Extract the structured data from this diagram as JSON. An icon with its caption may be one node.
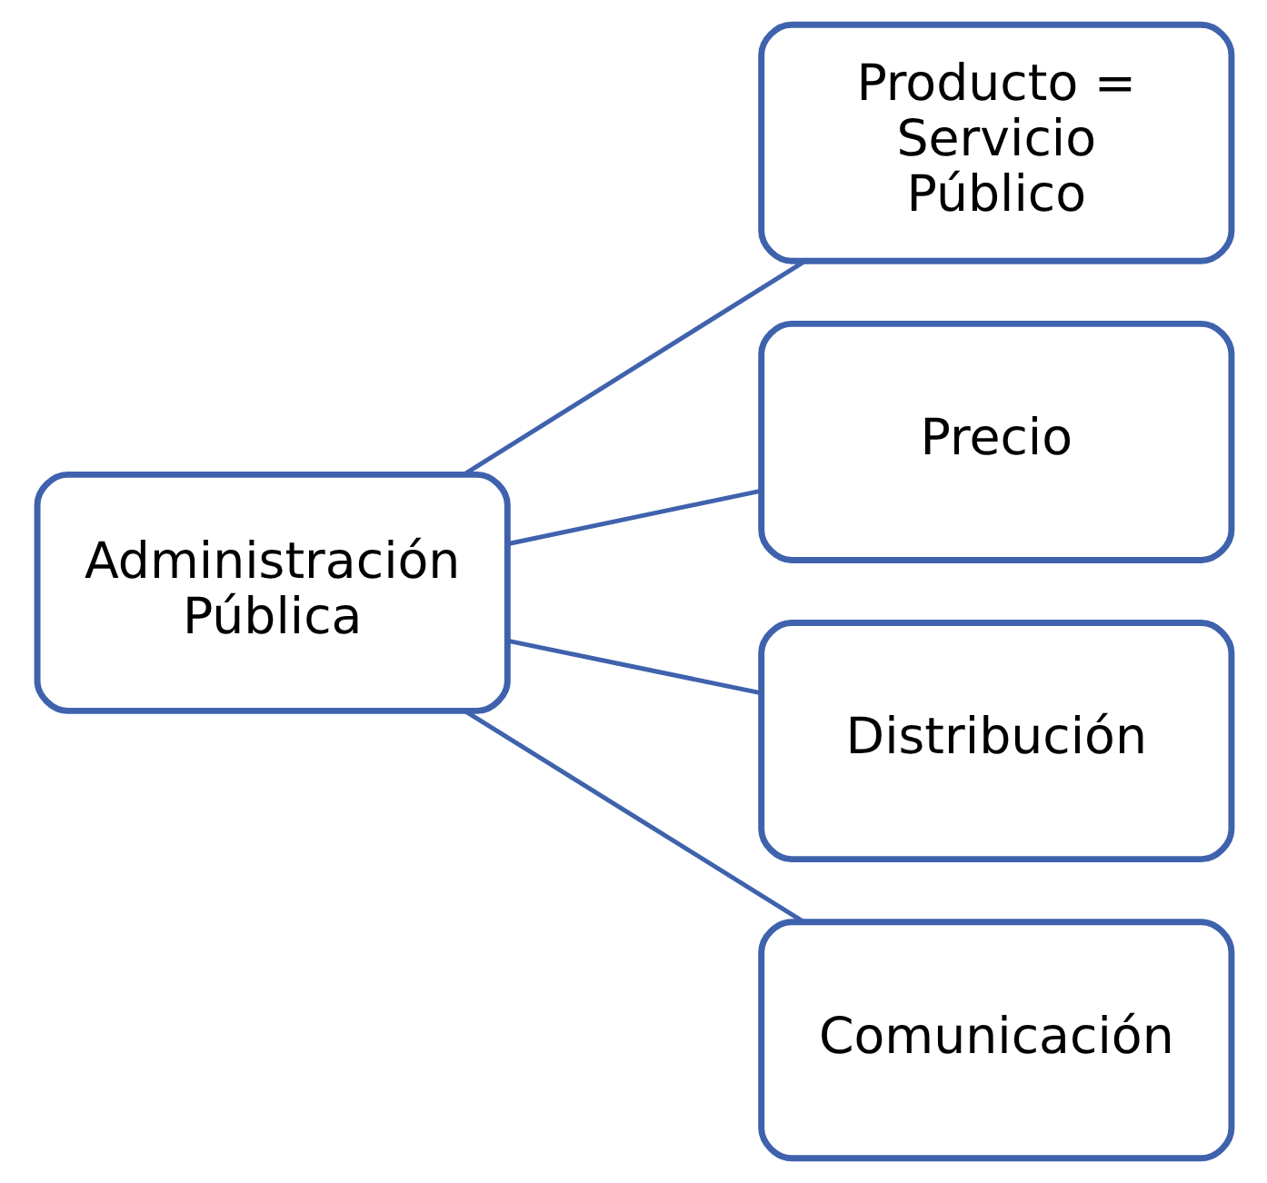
{
  "diagram": {
    "nodes": [
      {
        "text": [
          "Administración Pública"
        ]
      },
      {
        "text": [
          "Producto = Servicio Público"
        ]
      },
      {
        "text": [
          "Precio"
        ]
      },
      {
        "text": [
          "Distribución"
        ]
      },
      {
        "text": [
          "Comunicación"
        ]
      }
    ],
    "edges": [
      {
        "from": 0,
        "to": 1,
        "arrow": "none"
      },
      {
        "from": 0,
        "to": 2,
        "arrow": "none"
      },
      {
        "from": 0,
        "to": 3,
        "arrow": "none"
      },
      {
        "from": 0,
        "to": 4,
        "arrow": "none"
      }
    ]
  }
}
